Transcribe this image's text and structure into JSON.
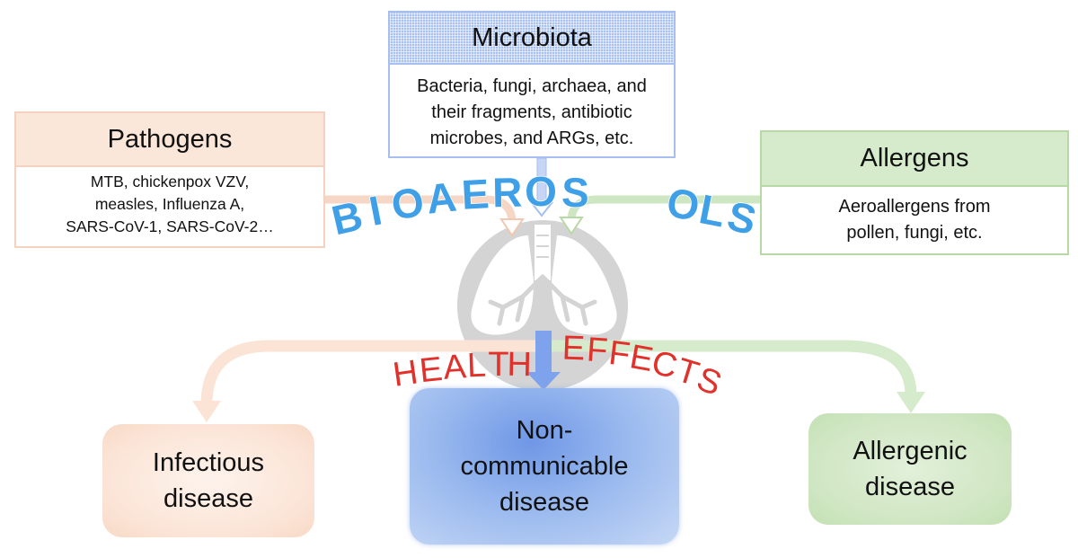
{
  "microbiota": {
    "title": "Microbiota",
    "lines": [
      "Bacteria, fungi, archaea, and",
      "their fragments, antibiotic",
      "microbes, and ARGs,  etc."
    ]
  },
  "pathogens": {
    "title": "Pathogens",
    "lines": [
      "MTB, chickenpox VZV,",
      "measles, Influenza A,",
      "SARS-CoV-1, SARS-CoV-2…"
    ]
  },
  "allergens": {
    "title": "Allergens",
    "lines": [
      "Aeroallergens from",
      "pollen, fungi, etc."
    ]
  },
  "center": {
    "bioaerosols_letters": [
      "B",
      "I",
      "O",
      "A",
      "E",
      "R",
      "O",
      "S",
      "O",
      "L",
      "S"
    ],
    "health_word": "HEALTH",
    "effects_word": "EFFECTS"
  },
  "outcomes": {
    "infectious": [
      "Infectious",
      "disease"
    ],
    "noncommunicable": [
      "Non-",
      "communicable",
      "disease"
    ],
    "allergic": [
      "Allergenic",
      "disease"
    ]
  },
  "colors": {
    "blue_word": "#3fa0e8",
    "red_word": "#e2302a",
    "pathogen_tint": "#fbe6da",
    "allergen_tint": "#d6ebcc",
    "microbiota_tint": "#a9c1ef"
  },
  "icons": {
    "lungs": "lungs-icon"
  }
}
